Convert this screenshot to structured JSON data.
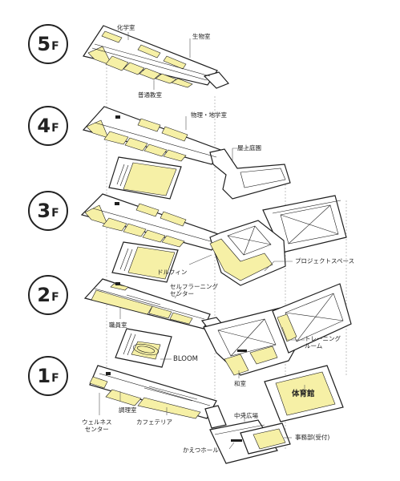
{
  "colors": {
    "room_fill": "#f6f0a6",
    "outline": "#1e1e1e",
    "floor_fill": "#ffffff",
    "leader": "#555555",
    "guide": "#9a9a9a"
  },
  "floors": [
    {
      "id": "5f",
      "number": "5",
      "unit": "F"
    },
    {
      "id": "4f",
      "number": "4",
      "unit": "F"
    },
    {
      "id": "3f",
      "number": "3",
      "unit": "F"
    },
    {
      "id": "2f",
      "number": "2",
      "unit": "F"
    },
    {
      "id": "1f",
      "number": "1",
      "unit": "F"
    }
  ],
  "labels": {
    "chemistry_room": "化学室",
    "biology_room": "生物室",
    "general_classroom": "普通教室",
    "physics_earth_room": "物理・地学室",
    "rooftop_garden": "屋上庭園",
    "project_space": "プロジェクトスペース",
    "dolphin": "ドルフィン",
    "self_learning_center": "セルフラーニング\nセンター",
    "staff_room": "職員室",
    "training_room": "トレーニング\nルーム",
    "bloom": "BLOOM",
    "japanese_room": "和室",
    "gymnasium": "体育館",
    "wellness_center": "ウェルネス\nセンター",
    "cooking_room": "調理室",
    "cafeteria": "カフェテリア",
    "central_plaza": "中央広場",
    "office": "事務部(受付)",
    "kaetsu_hall": "かえつホール"
  }
}
